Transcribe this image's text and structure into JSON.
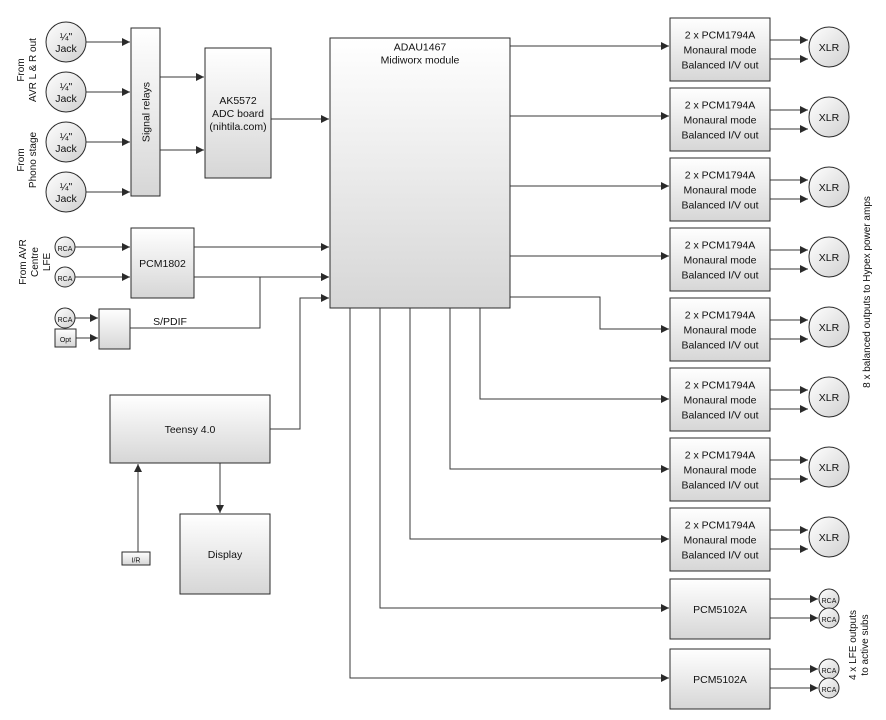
{
  "sources": {
    "avr_lr": "From\nAVR L & R out",
    "phono": "From\nPhono stage",
    "avr_centre_lfe": "From AVR\nCentre\nLFE"
  },
  "jack_label": "¼\"\nJack",
  "rca_label": "RCA",
  "opt_label": "Opt",
  "xlr_label": "XLR",
  "blocks": {
    "signal_relays": "Signal relays",
    "adc": "AK5572\nADC board\n(nihtila.com)",
    "dsp": "ADAU1467\nMidiworx module",
    "pcm1802": "PCM1802",
    "teensy": "Teensy 4.0",
    "display": "Display",
    "ir": "I/R",
    "dac": "2 x PCM1794A\nMonaural mode\nBalanced I/V out",
    "pcm5102": "PCM5102A"
  },
  "signals": {
    "spdif": "S/PDIF"
  },
  "outputs": {
    "balanced": "8 x balanced outputs to Hypex power amps",
    "lfe": "4 x LFE outputs\nto active subs"
  },
  "colors": {
    "box_top": "#ffffff",
    "box_bottom": "#d9d9d9",
    "line": "#3a3a3a"
  }
}
